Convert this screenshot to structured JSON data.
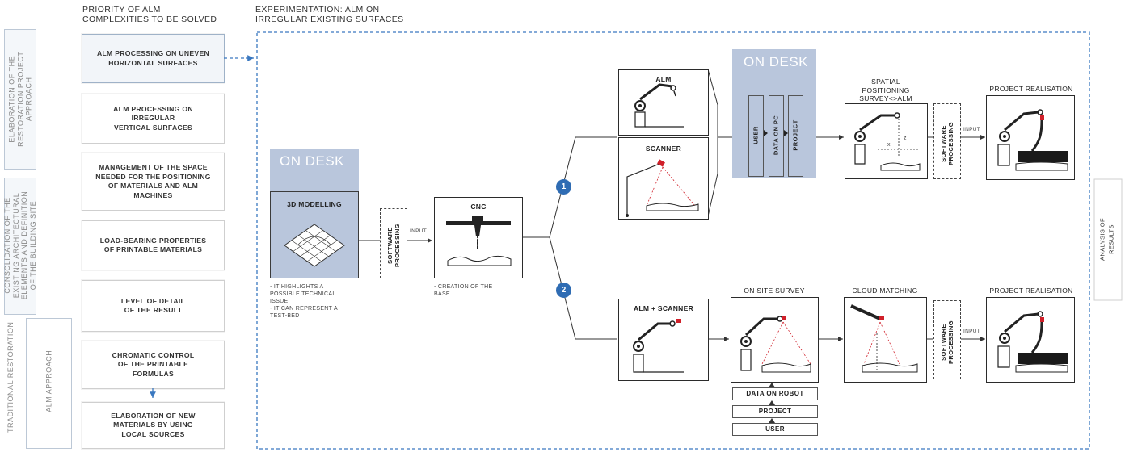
{
  "headers": {
    "priority": [
      "PRIORITY OF ALM",
      "COMPLEXITIES TO BE SOLVED"
    ],
    "experimentation": [
      "EXPERIMENTATION: ALM ON",
      "IRREGULAR EXISTING SURFACES"
    ]
  },
  "side_labels": {
    "elaboration": [
      "ELABORATION OF THE",
      "RESTORATION PROJECT",
      "APPROACH"
    ],
    "consolidation": [
      "CONSOLIDATION OF THE",
      "EXISTING ARCHITECTURAL",
      "ELEMENTS AND DEFINITION",
      "OF THE BUILDING SITE"
    ],
    "traditional": "TRADITIONAL RESTORATION",
    "alm_approach": "ALM APPROACH"
  },
  "priorities": [
    [
      "ALM PROCESSING ON UNEVEN",
      "HORIZONTAL SURFACES"
    ],
    [
      "ALM PROCESSING ON",
      "IRREGULAR",
      "VERTICAL SURFACES"
    ],
    [
      "MANAGEMENT OF THE SPACE",
      "NEEDED FOR THE POSITIONING",
      "OF MATERIALS AND ALM",
      "MACHINES"
    ],
    [
      "LOAD-BEARING PROPERTIES",
      "OF PRINTABLE MATERIALS"
    ],
    [
      "LEVEL OF DETAIL",
      "OF THE RESULT"
    ],
    [
      "CHROMATIC CONTROL",
      "OF THE  PRINTABLE",
      "FORMULAS"
    ],
    [
      "ELABORATION OF NEW",
      "MATERIALS BY USING",
      "LOCAL SOURCES"
    ]
  ],
  "on_desk": "ON DESK",
  "modelling": {
    "title": "3D MODELLING",
    "notes": [
      "- IT HIGHLIGHTS A",
      "POSSIBLE TECHNICAL",
      "ISSUE",
      "- IT CAN REPRESENT A",
      "TEST-BED"
    ]
  },
  "software_processing": [
    "SOFTWARE",
    "PROCESSING"
  ],
  "input": "INPUT",
  "cnc": {
    "title": "CNC",
    "notes": [
      "- CREATION OF THE",
      "BASE"
    ]
  },
  "branch_numbers": [
    "1",
    "2"
  ],
  "alm": "ALM",
  "scanner": "SCANNER",
  "desk_stack": [
    "USER",
    "DATA ON PC",
    "PROJECT"
  ],
  "spatial": [
    "SPATIAL",
    "POSITIONING",
    "SURVEY<>ALM"
  ],
  "project_realisation": "PROJECT REALISATION",
  "alm_scanner": "ALM + SCANNER",
  "on_site_survey": "ON SITE SURVEY",
  "cloud_matching": "CLOUD MATCHING",
  "robot_stack": [
    "DATA ON ROBOT",
    "PROJECT",
    "USER"
  ],
  "analysis": [
    "ANALYSIS OF",
    "RESULTS"
  ],
  "axis_marks": {
    "z": "z",
    "x": "x"
  },
  "colors": {
    "accent": "#2f6cb3",
    "desk": "#b9c6dc",
    "dash": "#3a78c0",
    "red": "#d0202a"
  }
}
